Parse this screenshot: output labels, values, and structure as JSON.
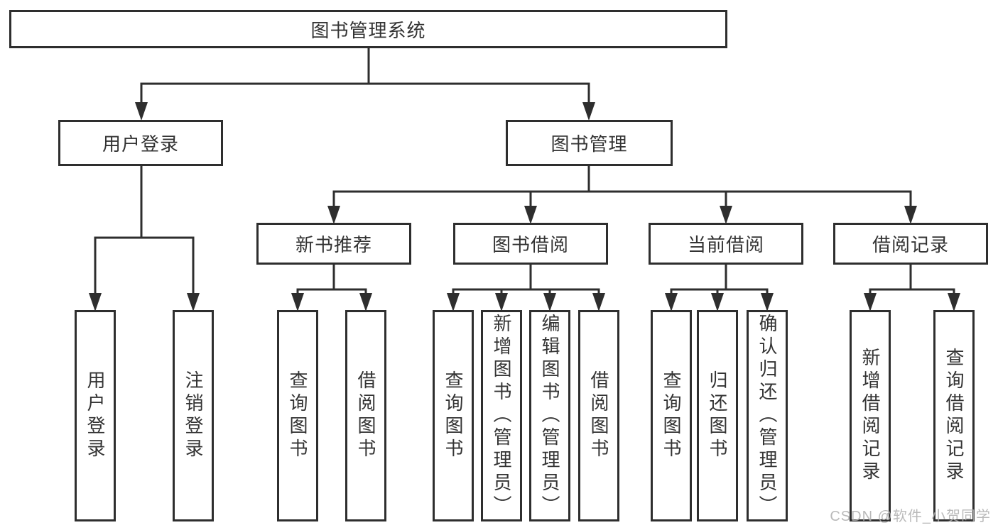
{
  "diagram": {
    "root": {
      "label": "图书管理系统"
    },
    "branches": [
      {
        "label": "用户登录",
        "children": [
          "用户登录",
          "注销登录"
        ]
      },
      {
        "label": "图书管理",
        "sections": [
          {
            "label": "新书推荐",
            "children": [
              "查询图书",
              "借阅图书"
            ]
          },
          {
            "label": "图书借阅",
            "children": [
              "查询图书",
              "新增图书（管理员）",
              "编辑图书（管理员）",
              "借阅图书"
            ]
          },
          {
            "label": "当前借阅",
            "children": [
              "查询图书",
              "归还图书",
              "确认归还（管理员）"
            ]
          },
          {
            "label": "借阅记录",
            "children": [
              "新增借阅记录",
              "查询借阅记录"
            ]
          }
        ]
      }
    ],
    "colors": {
      "line": "#2e2e2e",
      "box_border": "#2e2e2e",
      "text": "#333333",
      "background": "#ffffff",
      "watermark": "#aeaeae"
    }
  },
  "watermark": {
    "text": "CSDN @软件_小贺同学"
  }
}
